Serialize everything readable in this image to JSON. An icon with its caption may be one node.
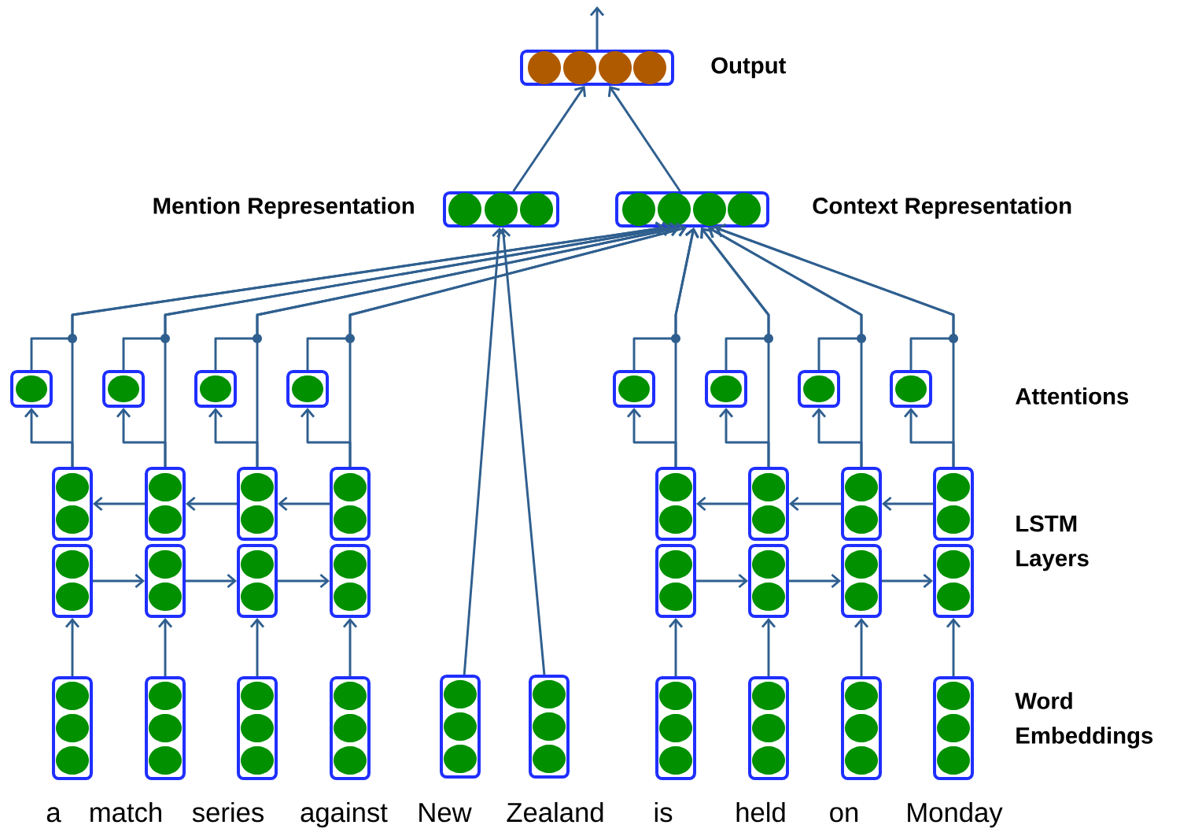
{
  "diagram": {
    "nodes": [
      {
        "text": [
          "Output"
        ]
      },
      {
        "text": [
          "Mention Representation"
        ]
      },
      {
        "text": [
          "Context Representation"
        ]
      },
      {
        "text": [],
        "shape": "box"
      },
      {
        "text": [],
        "shape": "box"
      },
      {
        "text": [],
        "shape": "box"
      },
      {
        "text": [],
        "shape": "box"
      },
      {
        "text": [],
        "shape": "box"
      },
      {
        "text": [],
        "shape": "box"
      },
      {
        "text": [],
        "shape": "box"
      },
      {
        "text": [],
        "shape": "box"
      },
      {
        "text": [],
        "shape": "box"
      },
      {
        "text": [],
        "shape": "box"
      },
      {
        "text": [],
        "shape": "box"
      },
      {
        "text": [],
        "shape": "box"
      },
      {
        "text": [],
        "shape": "box"
      },
      {
        "text": [],
        "shape": "box"
      },
      {
        "text": [],
        "shape": "box"
      },
      {
        "text": [],
        "shape": "box"
      },
      {
        "text": [],
        "shape": "box"
      },
      {
        "text": [],
        "shape": "box"
      },
      {
        "text": [],
        "shape": "box"
      },
      {
        "text": [],
        "shape": "box"
      },
      {
        "text": [],
        "shape": "box"
      },
      {
        "text": [],
        "shape": "box"
      },
      {
        "text": [],
        "shape": "box"
      },
      {
        "text": [],
        "shape": "box"
      },
      {
        "text": [],
        "shape": "box"
      },
      {
        "text": [],
        "shape": "box"
      },
      {
        "text": [],
        "shape": "box"
      },
      {
        "text": [],
        "shape": "box"
      },
      {
        "text": [],
        "shape": "box"
      },
      {
        "text": [],
        "shape": "box"
      },
      {
        "text": [],
        "shape": "box"
      },
      {
        "text": [],
        "shape": "box"
      },
      {
        "text": [],
        "shape": "box"
      },
      {
        "text": [],
        "shape": "box"
      }
    ],
    "edges": [
      {
        "from": 0,
        "to": null,
        "arrow": "to"
      },
      {
        "from": 1,
        "to": 0,
        "arrow": "to"
      },
      {
        "from": 2,
        "to": 0,
        "arrow": "to"
      },
      {
        "from": 31,
        "to": 1,
        "arrow": "to"
      },
      {
        "from": 32,
        "to": 1,
        "arrow": "to"
      },
      {
        "from": 27,
        "to": 19,
        "arrow": "to"
      },
      {
        "from": 28,
        "to": 20,
        "arrow": "to"
      },
      {
        "from": 29,
        "to": 21,
        "arrow": "to"
      },
      {
        "from": 30,
        "to": 22,
        "arrow": "to"
      },
      {
        "from": 33,
        "to": 23,
        "arrow": "to"
      },
      {
        "from": 34,
        "to": 24,
        "arrow": "to"
      },
      {
        "from": 35,
        "to": 25,
        "arrow": "to"
      },
      {
        "from": 36,
        "to": 26,
        "arrow": "to"
      },
      {
        "from": 19,
        "to": 20,
        "arrow": "to"
      },
      {
        "from": 20,
        "to": 21,
        "arrow": "to"
      },
      {
        "from": 21,
        "to": 22,
        "arrow": "to"
      },
      {
        "from": 23,
        "to": 24,
        "arrow": "to"
      },
      {
        "from": 24,
        "to": 25,
        "arrow": "to"
      },
      {
        "from": 25,
        "to": 26,
        "arrow": "to"
      },
      {
        "from": 12,
        "to": 11,
        "arrow": "to"
      },
      {
        "from": 13,
        "to": 12,
        "arrow": "to"
      },
      {
        "from": 14,
        "to": 13,
        "arrow": "to"
      },
      {
        "from": 16,
        "to": 15,
        "arrow": "to"
      },
      {
        "from": 17,
        "to": 16,
        "arrow": "to"
      },
      {
        "from": 18,
        "to": 17,
        "arrow": "to"
      },
      {
        "from": 11,
        "to": 3,
        "arrow": "to"
      },
      {
        "from": 12,
        "to": 4,
        "arrow": "to"
      },
      {
        "from": 13,
        "to": 5,
        "arrow": "to"
      },
      {
        "from": 14,
        "to": 6,
        "arrow": "to"
      },
      {
        "from": 15,
        "to": 7,
        "arrow": "to"
      },
      {
        "from": 16,
        "to": 8,
        "arrow": "to"
      },
      {
        "from": 17,
        "to": 9,
        "arrow": "to"
      },
      {
        "from": 18,
        "to": 10,
        "arrow": "to"
      },
      {
        "from": 11,
        "to": 2,
        "arrow": "to"
      },
      {
        "from": 12,
        "to": 2,
        "arrow": "to"
      },
      {
        "from": 13,
        "to": 2,
        "arrow": "to"
      },
      {
        "from": 14,
        "to": 2,
        "arrow": "to"
      },
      {
        "from": 15,
        "to": 2,
        "arrow": "to"
      },
      {
        "from": 16,
        "to": 2,
        "arrow": "to"
      },
      {
        "from": 17,
        "to": 2,
        "arrow": "to"
      },
      {
        "from": 18,
        "to": 2,
        "arrow": "to"
      },
      {
        "from": 3,
        "to": 2,
        "arrow": "to"
      },
      {
        "from": 4,
        "to": 2,
        "arrow": "to"
      },
      {
        "from": 5,
        "to": 2,
        "arrow": "to"
      },
      {
        "from": 6,
        "to": 2,
        "arrow": "to"
      },
      {
        "from": 7,
        "to": 2,
        "arrow": "to"
      },
      {
        "from": 8,
        "to": 2,
        "arrow": "to"
      },
      {
        "from": 9,
        "to": 2,
        "arrow": "to"
      },
      {
        "from": 10,
        "to": 2,
        "arrow": "to"
      }
    ],
    "labels": [
      "Attentions",
      "LSTM Layers",
      "Word Embeddings",
      "a",
      "match",
      "series",
      "against",
      "New",
      "Zealand",
      "is",
      "held",
      "on",
      "Monday"
    ]
  }
}
